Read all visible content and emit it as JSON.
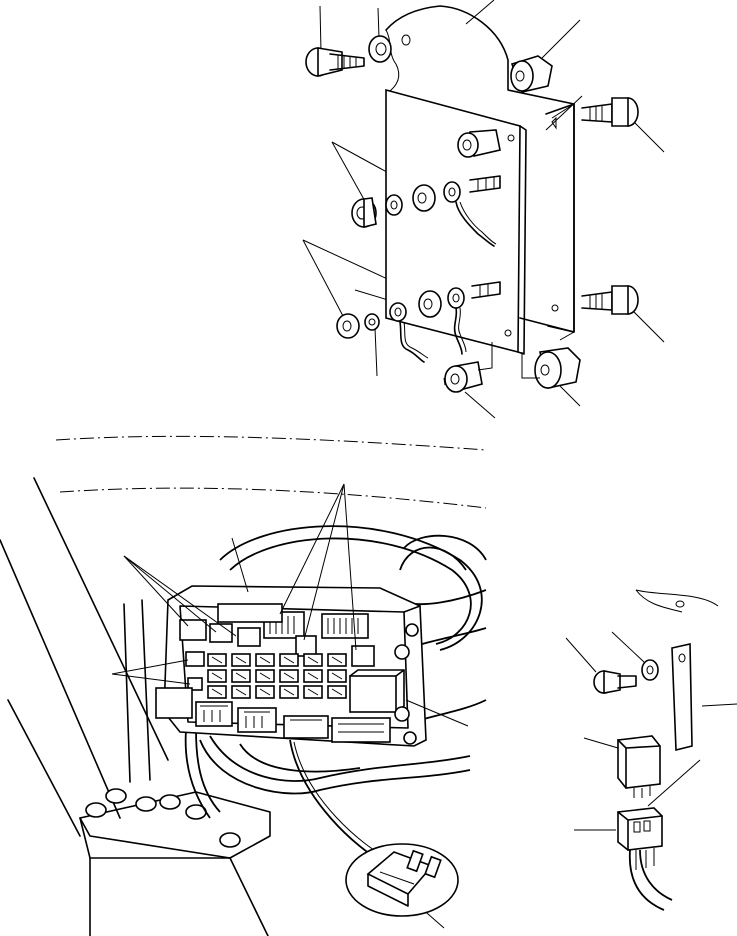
{
  "figure": {
    "background_color": "#ffffff",
    "line_color": "#000000",
    "views": [
      {
        "id": "mounting-plate-exploded",
        "parts": [
          "bolt",
          "washer",
          "spacer",
          "plate",
          "bracket",
          "screw",
          "nut",
          "terminal-washer",
          "ground-wire",
          "isolator"
        ]
      },
      {
        "id": "fuse-relay-box",
        "parts": [
          "fuse-box",
          "connectors",
          "relays",
          "wire-harness",
          "mounting-bolts",
          "blade-fuse"
        ]
      },
      {
        "id": "relay-bracket",
        "parts": [
          "bracket",
          "bolt",
          "washer",
          "relay",
          "relay-socket"
        ]
      }
    ]
  }
}
